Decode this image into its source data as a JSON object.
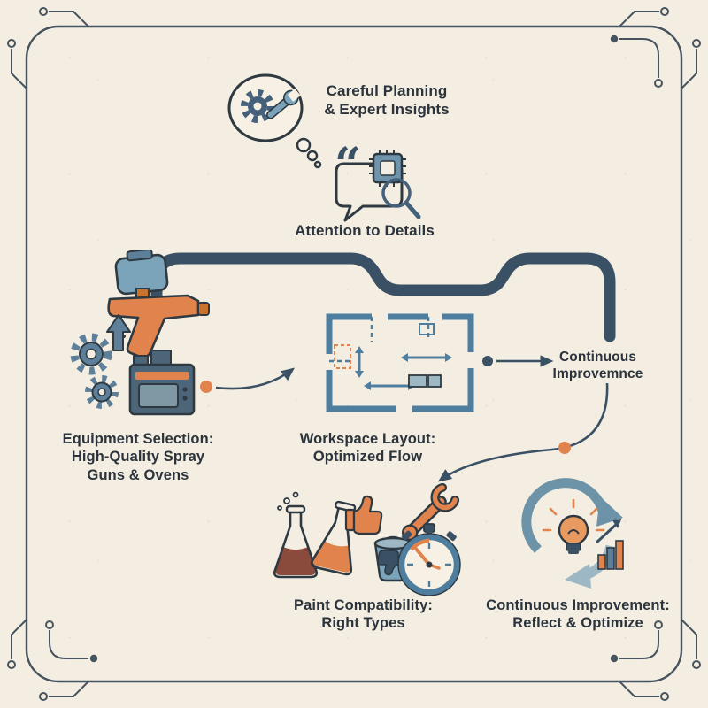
{
  "colors": {
    "background": "#f3eee1",
    "dark_slate": "#3a5064",
    "steel_blue": "#5d7f99",
    "light_blue": "#7ba3ba",
    "wall_blue": "#4f7d9e",
    "orange": "#e0834c",
    "maroon_liquid": "#8a4a3c",
    "text": "#2b333c",
    "border": "#47545f"
  },
  "icons": {
    "quote_glyph": "“",
    "planning": "gear-wrench-thought-bubble",
    "details": "quote-chip-magnifier-speech-bubble",
    "equipment": "spray-gun-gears-up-arrow-oven",
    "workspace": "floor-plan",
    "paint": "flasks-thumbs-bucket-wrench-stopwatch",
    "improvement": "cycle-arrows-lightbulb-bar-chart"
  },
  "nodes": {
    "planning": {
      "label": "Careful Planning\n& Expert Insights"
    },
    "details": {
      "label": "Attention to Details"
    },
    "equipment": {
      "label": "Equipment Selection:\nHigh-Quality Spray\nGuns & Ovens"
    },
    "workspace": {
      "label": "Workspace Layout:\nOptimized Flow"
    },
    "continuous_note": {
      "label": "Continuous\nImprovemnce"
    },
    "paint": {
      "label": "Paint Compatibility:\nRight Types"
    },
    "improvement": {
      "label": "Continuous Improvement:\nReflect & Optimize"
    }
  }
}
